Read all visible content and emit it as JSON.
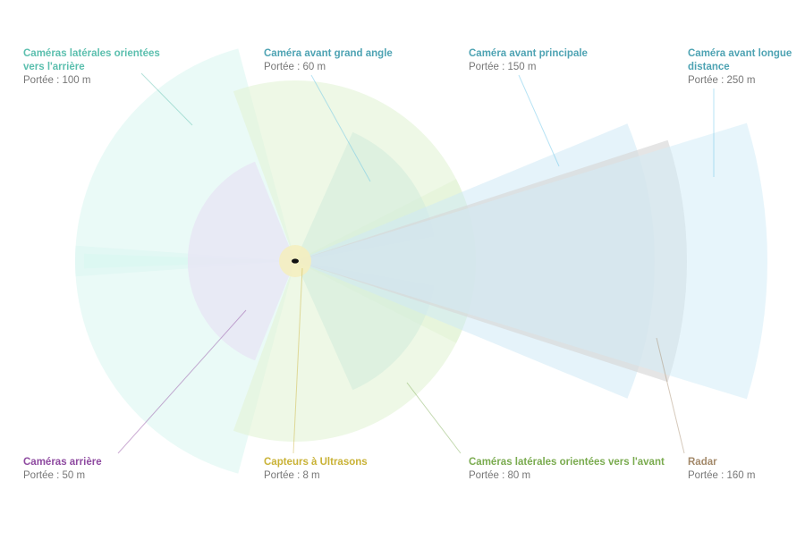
{
  "sensors": {
    "side_rear": {
      "name": "Caméras latérales orientées vers l'arrière",
      "range": "Portée : 100 m",
      "color": "#5bbfae",
      "fill": "#dcf7f2"
    },
    "wide": {
      "name": "Caméra avant grand angle",
      "range": "Portée : 60 m",
      "color": "#4ea3b3",
      "fill": "#e3f3d6"
    },
    "main": {
      "name": "Caméra avant principale",
      "range": "Portée : 150 m",
      "color": "#4ea3b3",
      "fill": "#cfe9f6"
    },
    "long": {
      "name": "Caméra avant longue distance",
      "range": "Portée : 250 m",
      "color": "#4ea3b3",
      "fill": "#d3ecf8"
    },
    "rear": {
      "name": "Caméras arrière",
      "range": "Portée : 50 m",
      "color": "#8e4aa0",
      "fill": "#e8e6f4"
    },
    "ultra": {
      "name": "Capteurs à Ultrasons",
      "range": "Portée : 8 m",
      "color": "#c9b236",
      "fill": "#f4eec0"
    },
    "side_front": {
      "name": "Caméras latérales orientées vers l'avant",
      "range": "Portée : 80 m",
      "color": "#7aab4f",
      "fill": "#d3eddc"
    },
    "radar": {
      "name": "Radar",
      "range": "Portée : 160 m",
      "color": "#a3896a",
      "fill": "#d7d7d7"
    }
  }
}
